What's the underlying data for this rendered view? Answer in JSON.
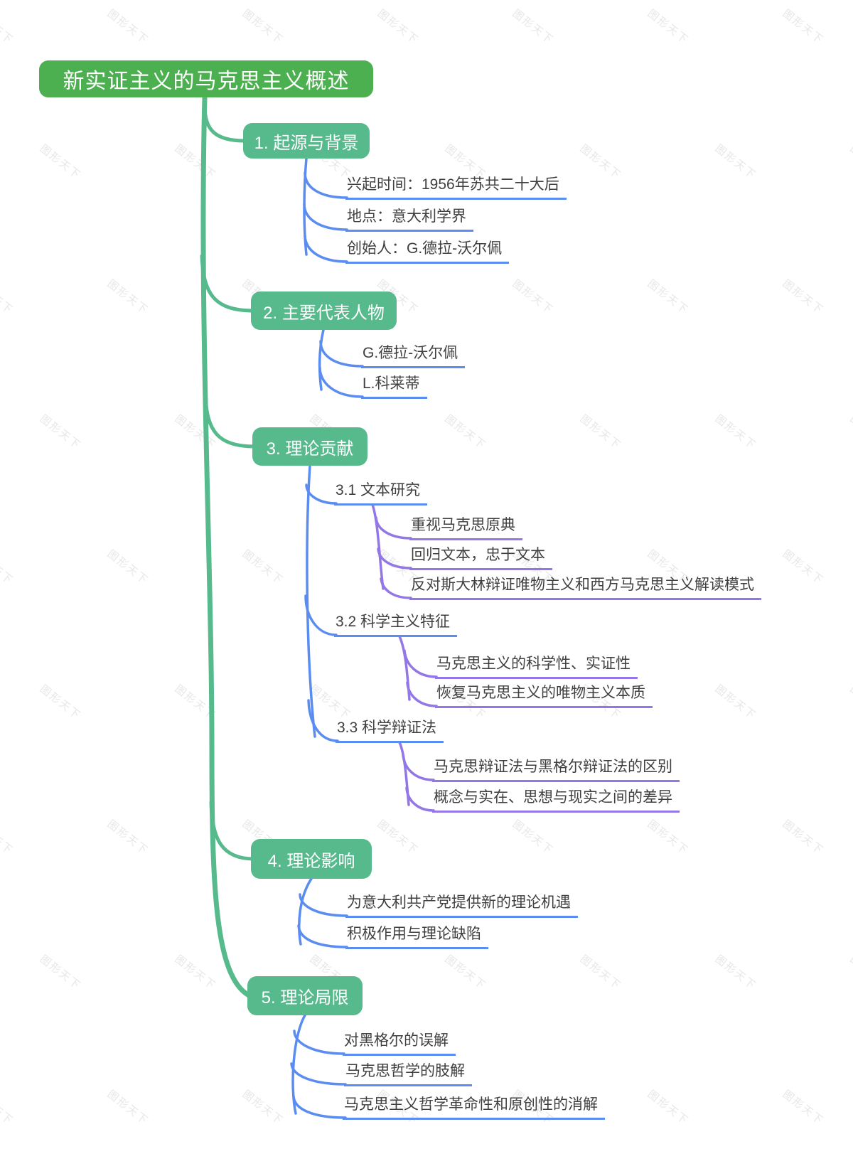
{
  "watermark": {
    "text": "图形天下"
  },
  "colors": {
    "root_node": "#4caf50",
    "branch_node": "#57ba8c",
    "level2_connector": "#5b8cf0",
    "level3_connector": "#9377e6",
    "leaf_text": "#3f3f3f",
    "watermark": "#e7e7e7"
  },
  "root": {
    "label": "新实证主义的马克思主义概述"
  },
  "branches": [
    {
      "label": "1. 起源与背景",
      "children": [
        {
          "label": "兴起时间：1956年苏共二十大后"
        },
        {
          "label": "地点：意大利学界"
        },
        {
          "label": "创始人：G.德拉-沃尔佩"
        }
      ]
    },
    {
      "label": "2. 主要代表人物",
      "children": [
        {
          "label": "G.德拉-沃尔佩"
        },
        {
          "label": "L.科莱蒂"
        }
      ]
    },
    {
      "label": "3. 理论贡献",
      "children": [
        {
          "label": "3.1 文本研究",
          "children": [
            {
              "label": "重视马克思原典"
            },
            {
              "label": "回归文本，忠于文本"
            },
            {
              "label": "反对斯大林辩证唯物主义和西方马克思主义解读模式"
            }
          ]
        },
        {
          "label": "3.2 科学主义特征",
          "children": [
            {
              "label": "马克思主义的科学性、实证性"
            },
            {
              "label": "恢复马克思主义的唯物主义本质"
            }
          ]
        },
        {
          "label": "3.3 科学辩证法",
          "children": [
            {
              "label": "马克思辩证法与黑格尔辩证法的区别"
            },
            {
              "label": "概念与实在、思想与现实之间的差异"
            }
          ]
        }
      ]
    },
    {
      "label": "4. 理论影响",
      "children": [
        {
          "label": "为意大利共产党提供新的理论机遇"
        },
        {
          "label": "积极作用与理论缺陷"
        }
      ]
    },
    {
      "label": "5. 理论局限",
      "children": [
        {
          "label": "对黑格尔的误解"
        },
        {
          "label": "马克思哲学的肢解"
        },
        {
          "label": "马克思主义哲学革命性和原创性的消解"
        }
      ]
    }
  ]
}
